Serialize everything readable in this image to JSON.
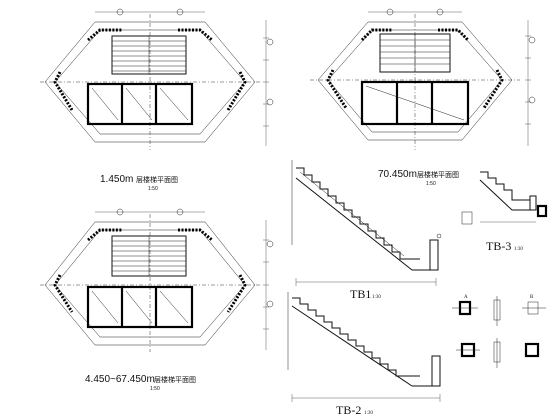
{
  "drawing": {
    "plans": [
      {
        "id": "plan-1",
        "caption_num": "1.450m",
        "caption_cjk": "层楼梯平面图",
        "scale": "1:50"
      },
      {
        "id": "plan-2",
        "caption_num": "70.450m",
        "caption_cjk": "层楼梯平面图",
        "scale": "1:50"
      },
      {
        "id": "plan-3",
        "caption_num": "4.450~67.450m",
        "caption_cjk": "层楼梯平面图",
        "scale": "1:50"
      }
    ],
    "sections": [
      {
        "id": "tb1",
        "label": "TB1",
        "scale": "1:30"
      },
      {
        "id": "tb2",
        "label": "TB-2",
        "scale": "1:30"
      },
      {
        "id": "tb3",
        "label": "TB-3",
        "scale": "1:30"
      }
    ],
    "small_marks": {
      "sec_a": "A",
      "sec_b": "B"
    },
    "colors": {
      "ink": "#111111",
      "paper": "#ffffff"
    }
  }
}
